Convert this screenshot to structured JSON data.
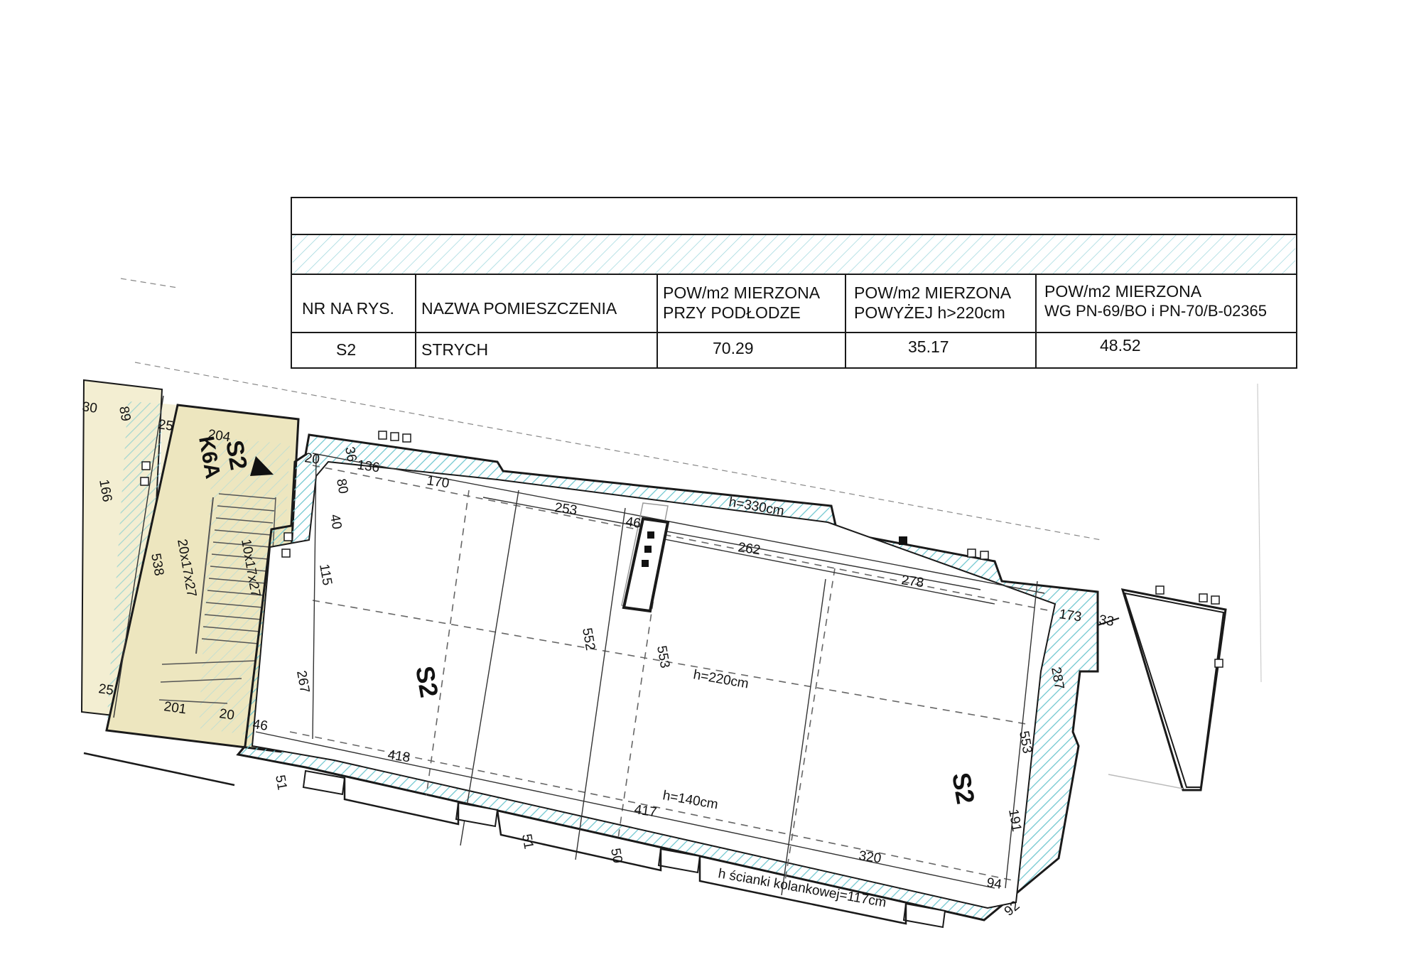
{
  "table": {
    "headers": {
      "nr": "NR NA RYS.",
      "name": "NAZWA POMIESZCZENIA",
      "area_floor": [
        "POW/m2 MIERZONA",
        "PRZY PODŁODZE"
      ],
      "area_220": [
        "POW/m2 MIERZONA",
        "POWYŻEJ h>220cm"
      ],
      "area_pn": [
        "POW/m2 MIERZONA",
        "WG PN-69/BO i PN-70/B-02365"
      ]
    },
    "row": {
      "nr": "S2",
      "name": "STRYCH",
      "area_floor": "70.29",
      "area_220": "35.17",
      "area_pn": "48.52"
    }
  },
  "plan": {
    "room_labels": [
      "S2",
      "S2"
    ],
    "stair_labels": {
      "room": "S2",
      "code": "K6A"
    },
    "heights": {
      "top": "h=330cm",
      "middle": "h=220cm",
      "low": "h=140cm",
      "knee_wall": "h ścianki kolankowej=117cm"
    },
    "stair_dims": {
      "flight_a": "20x17x27",
      "flight_b": "10x17x27",
      "length": "538",
      "top": "204",
      "bottom": "201",
      "side": "166",
      "n89": "89",
      "n30": "30"
    },
    "dimensions": {
      "d20a": "20",
      "d25a": "25",
      "d36": "36",
      "d80": "80",
      "d40": "40",
      "d115": "115",
      "d267": "267",
      "d25b": "25",
      "d20b": "20",
      "d46a": "46",
      "d51a": "51",
      "d418": "418",
      "d136": "136",
      "d170": "170",
      "d253": "253",
      "d46b": "46",
      "d262": "262",
      "d278": "278",
      "d552": "552",
      "d553a": "553",
      "d173": "173",
      "d33": "33",
      "d287": "287",
      "d553b": "553",
      "d191": "191",
      "d94": "94",
      "d92": "92",
      "d417": "417",
      "d51b": "51",
      "d50": "50",
      "d320": "320"
    }
  },
  "colors": {
    "hatch": "#6ec6cf",
    "stair_fill": "#ede6bf",
    "line": "#1a1a1a"
  }
}
